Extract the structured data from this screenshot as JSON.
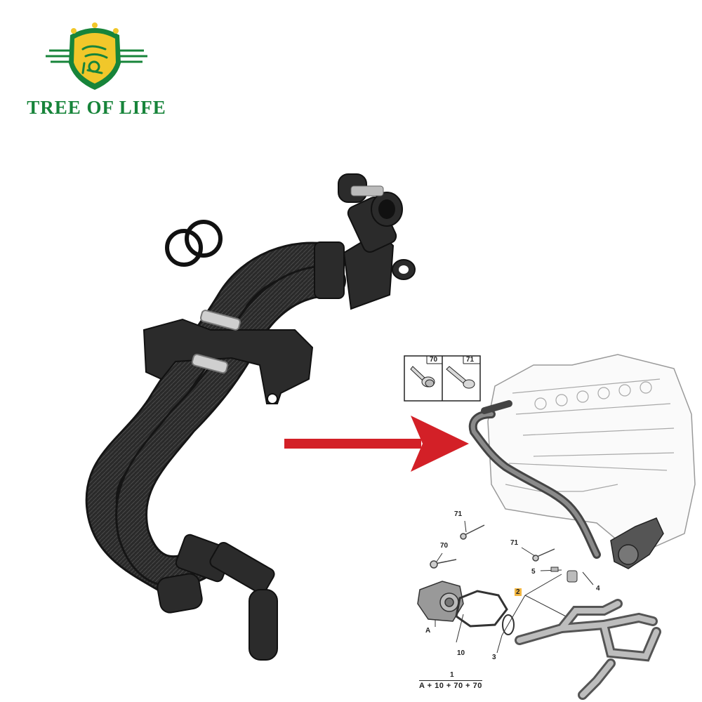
{
  "brand": {
    "name": "TREE OF LIFE",
    "colors": {
      "green": "#17843a",
      "gold": "#f1c72a"
    }
  },
  "product": {
    "name": "coolant-hose-assembly",
    "arrow_color": "#d32027"
  },
  "diagram": {
    "box_labels": [
      "70",
      "71"
    ],
    "callouts": [
      "71",
      "70",
      "71",
      "5",
      "4",
      "2",
      "A",
      "10",
      "3"
    ],
    "formula_number": "1",
    "formula": "A + 10 + 70 + 70",
    "highlight_color": "#f2b640"
  }
}
